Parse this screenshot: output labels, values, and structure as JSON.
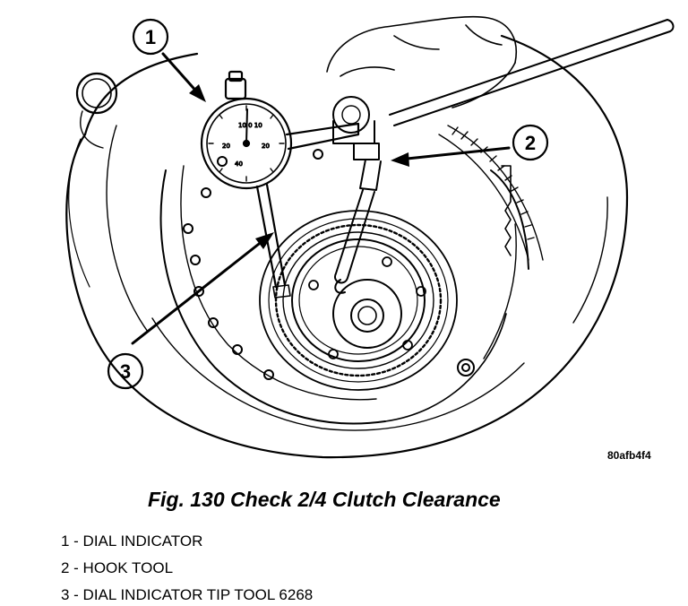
{
  "figure": {
    "title": "Fig. 130 Check 2/4 Clutch Clearance",
    "image_id": "80afb4f4"
  },
  "callouts": [
    "1",
    "2",
    "3"
  ],
  "legend": [
    "1 - DIAL INDICATOR",
    "2 - HOOK TOOL",
    "3 - DIAL INDICATOR TIP TOOL 6268"
  ]
}
